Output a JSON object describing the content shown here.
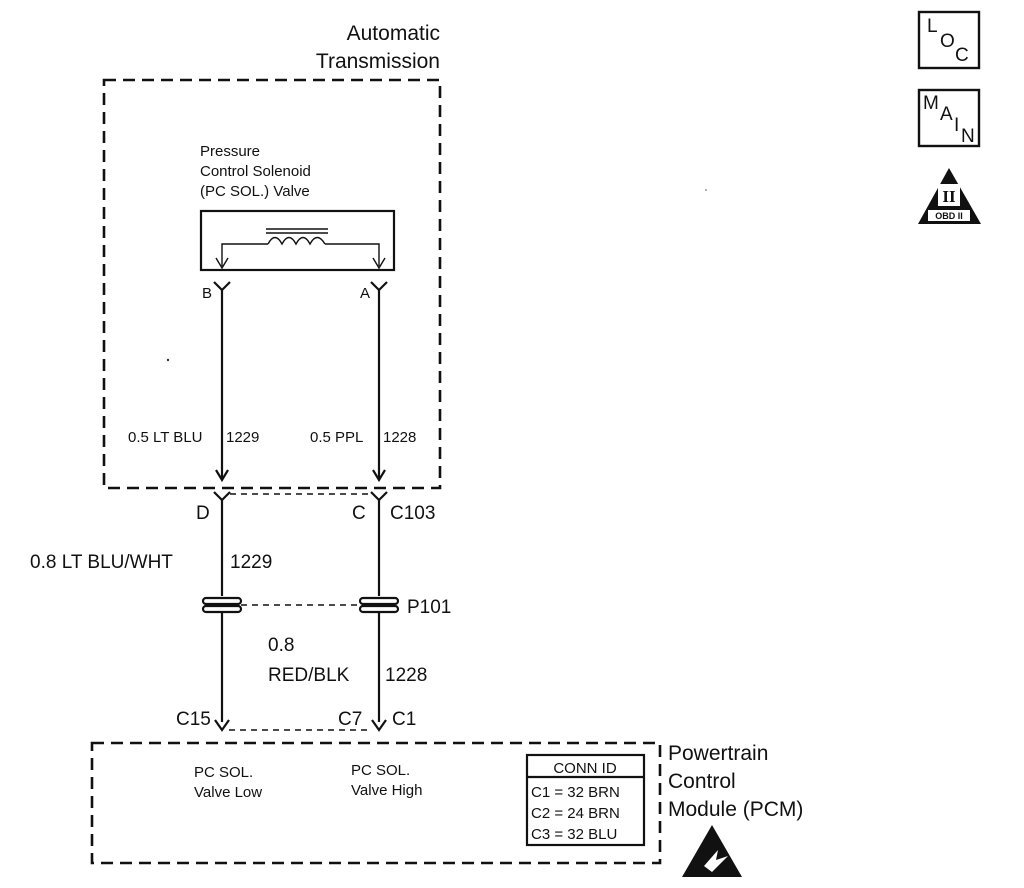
{
  "transmission": {
    "title_line1": "Automatic",
    "title_line2": "Transmission"
  },
  "solenoid": {
    "label_line1": "Pressure",
    "label_line2": "Control Solenoid",
    "label_line3": "(PC SOL.) Valve",
    "terminal_b": "B",
    "terminal_a": "A"
  },
  "internal_wires": {
    "left": "0.5 LT BLU",
    "left_circuit": "1229",
    "right": "0.5 PPL",
    "right_circuit": "1228"
  },
  "connector_c103": {
    "pin_d": "D",
    "pin_c": "C",
    "name": "C103"
  },
  "wire_1229": {
    "label": "0.8 LT BLU/WHT",
    "circuit": "1229"
  },
  "pass_through": {
    "name": "P101"
  },
  "wire_1228": {
    "gauge": "0.8",
    "color": "RED/BLK",
    "circuit": "1228"
  },
  "pcm_connector": {
    "pin_c15": "C15",
    "pin_c7": "C7",
    "name": "C1"
  },
  "pcm": {
    "title_line1": "Powertrain",
    "title_line2": "Control",
    "title_line3": "Module (PCM)",
    "low_line1": "PC SOL.",
    "low_line2": "Valve Low",
    "high_line1": "PC SOL.",
    "high_line2": "Valve High"
  },
  "conn_id": {
    "header": "CONN ID",
    "rows": [
      "C1 = 32 BRN",
      "C2 = 24 BRN",
      "C3 = 32 BLU"
    ]
  },
  "icons": {
    "loc": {
      "l": "L",
      "o": "O",
      "c": "C"
    },
    "main": {
      "m": "M",
      "a": "A",
      "i": "I",
      "n": "N"
    },
    "obd": {
      "top": "II",
      "bottom": "OBD II"
    }
  }
}
